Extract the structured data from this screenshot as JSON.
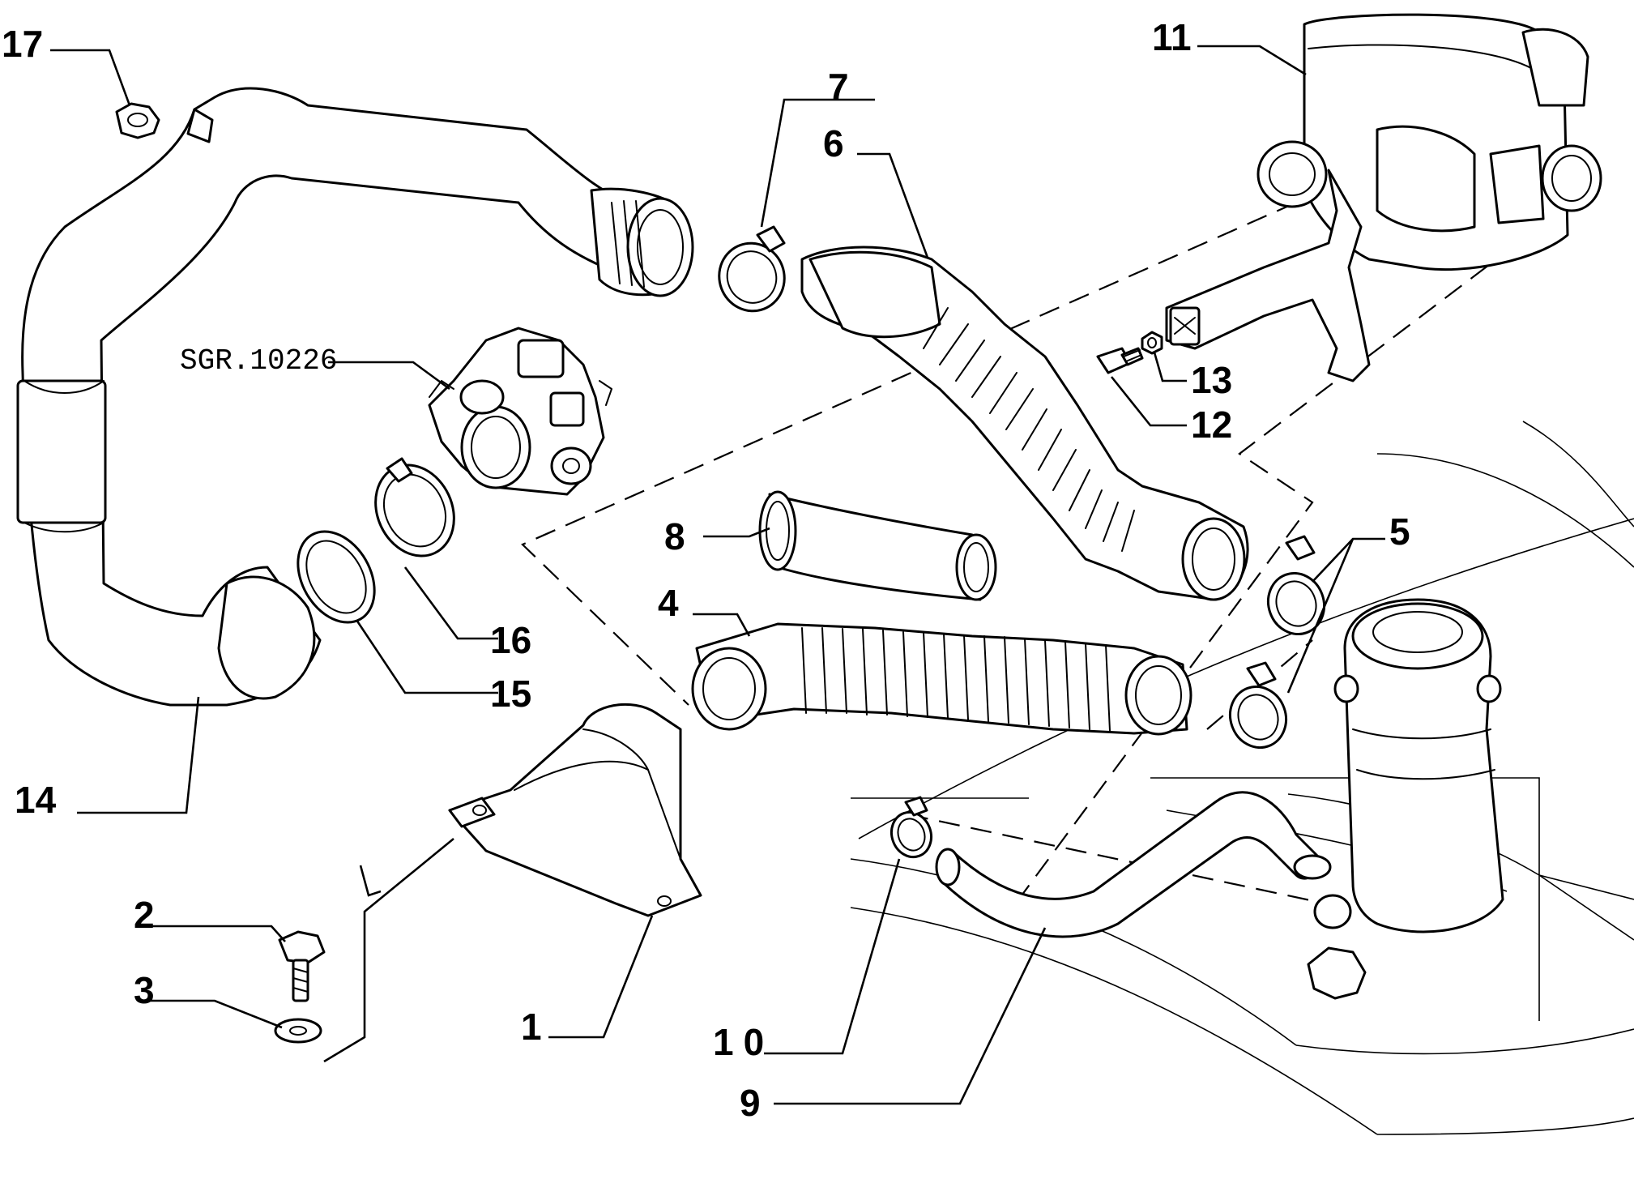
{
  "colors": {
    "line": "#000000",
    "background": "#ffffff"
  },
  "diagram": {
    "drawing_code": "SGR.10226",
    "callouts": [
      "1",
      "2",
      "3",
      "4",
      "5",
      "6",
      "7",
      "8",
      "9",
      "10",
      "11",
      "12",
      "13",
      "14",
      "15",
      "16",
      "17"
    ]
  }
}
